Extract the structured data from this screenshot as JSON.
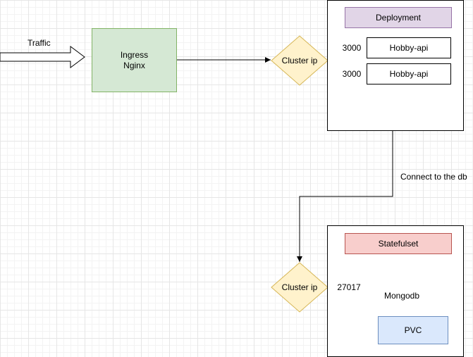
{
  "colors": {
    "ingress_fill": "#d5e8d4",
    "ingress_stroke": "#82b366",
    "cluster_ip_fill": "#fff2cc",
    "cluster_ip_stroke": "#d6b656",
    "deployment_fill": "#e1d5e7",
    "deployment_stroke": "#9673a6",
    "statefulset_fill": "#f8cecc",
    "statefulset_stroke": "#b85450",
    "pvc_fill": "#dae8fc",
    "pvc_stroke": "#6c8ebf"
  },
  "traffic": {
    "label": "Traffic"
  },
  "ingress": {
    "line1": "Ingress",
    "line2": "Nginx"
  },
  "cluster_ip_top": {
    "label": "Cluster ip"
  },
  "deployment": {
    "title": "Deployment",
    "pods": [
      {
        "port": "3000",
        "name": "Hobby-api"
      },
      {
        "port": "3000",
        "name": "Hobby-api"
      }
    ]
  },
  "connection": {
    "label": "Connect to the db"
  },
  "cluster_ip_bottom": {
    "label": "Cluster ip"
  },
  "statefulset": {
    "title": "Statefulset",
    "port": "27017",
    "database": "Mongodb",
    "storage": "PVC"
  }
}
